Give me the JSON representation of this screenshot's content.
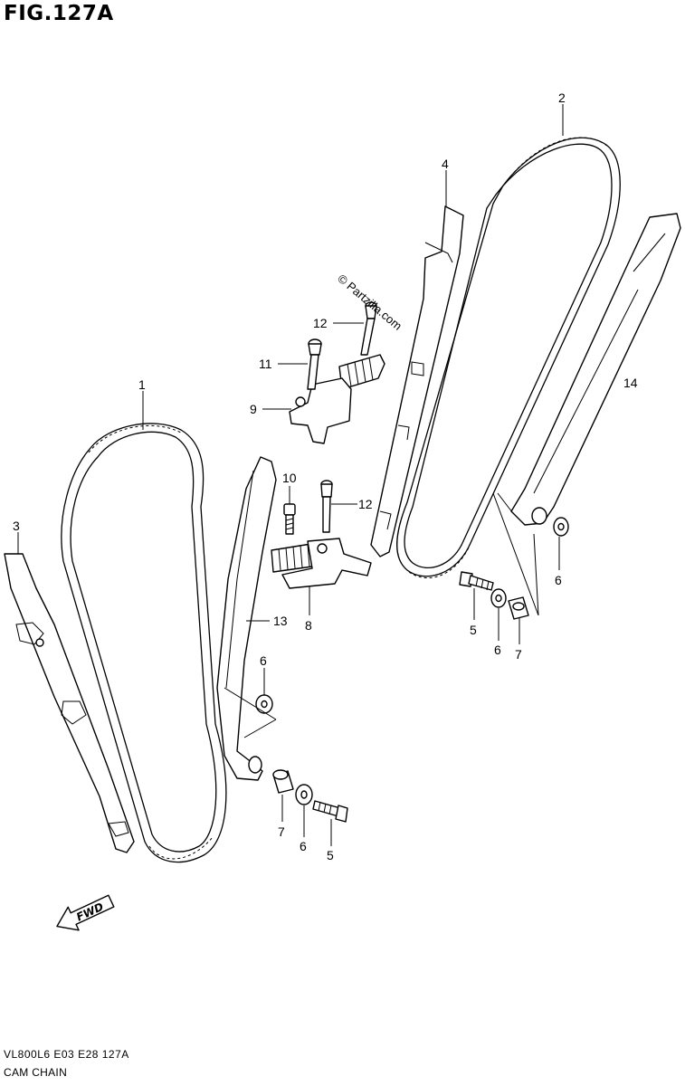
{
  "figure": {
    "title": "FIG.127A",
    "code": "VL800L6  E03  E28  127A",
    "name": "CAM CHAIN",
    "watermark": "© Partzilla.com",
    "fwd_label": "FWD"
  },
  "callouts": {
    "c1": "1",
    "c2": "2",
    "c3": "3",
    "c4": "4",
    "c5a": "5",
    "c5b": "5",
    "c6a": "6",
    "c6b": "6",
    "c6c": "6",
    "c6d": "6",
    "c7a": "7",
    "c7b": "7",
    "c8": "8",
    "c9": "9",
    "c10": "10",
    "c11": "11",
    "c12a": "12",
    "c12b": "12",
    "c13": "13",
    "c14": "14"
  }
}
